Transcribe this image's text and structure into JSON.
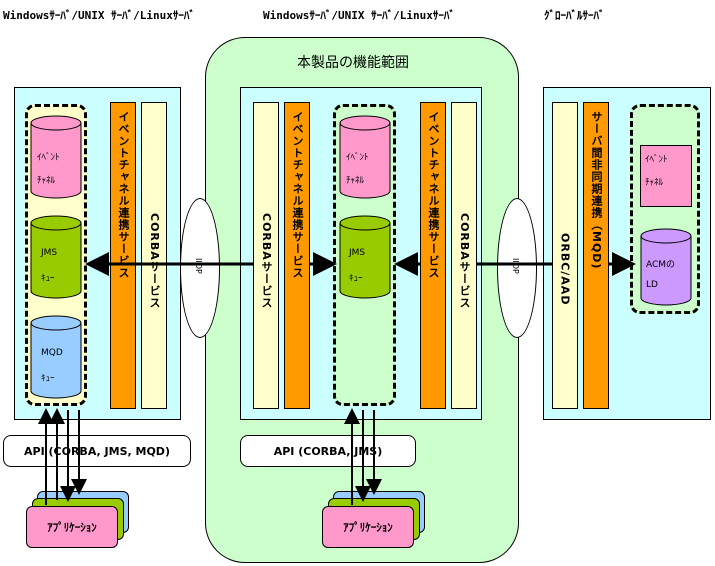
{
  "headers": {
    "server_left": "Windowsｻｰﾊﾞ/UNIX ｻｰﾊﾞ/Linuxｻｰﾊﾞ",
    "server_center": "Windowsｻｰﾊﾞ/UNIX ｻｰﾊﾞ/Linuxｻｰﾊﾞ",
    "server_right": "ｸﾞﾛｰﾊﾞﾙｻｰﾊﾞ"
  },
  "product_scope_label": "本製品の機能範囲",
  "left_server": {
    "event_channel": [
      "ｲﾍﾞﾝﾄ",
      "ﾁｬﾈﾙ"
    ],
    "jms_queue": [
      "JMS",
      "ｷｭｰ"
    ],
    "mqd_queue": [
      "MQD",
      "ｷｭｰ"
    ],
    "link_service": "イベントチャネル連携サービス",
    "corba_service": "CORBAサービス",
    "api": "API (CORBA, JMS, MQD)",
    "app": "ｱﾌﾟﾘｹｰｼｮﾝ"
  },
  "center_server": {
    "corba_service_left": "CORBAサービス",
    "link_service_left": "イベントチャネル連携サービス",
    "event_channel": [
      "ｲﾍﾞﾝﾄ",
      "ﾁｬﾈﾙ"
    ],
    "jms_queue": [
      "JMS",
      "ｷｭｰ"
    ],
    "link_service_right": "イベントチャネル連携サービス",
    "corba_service_right": "CORBAサービス",
    "api": "API (CORBA, JMS)",
    "app": "ｱﾌﾟﾘｹｰｼｮﾝ"
  },
  "right_server": {
    "orb_service": "ORBC/AAD",
    "async_link_service": "サーバ間非同期連携（MQD)",
    "event_channel": [
      "ｲﾍﾞﾝﾄ",
      "ﾁｬﾈﾙ"
    ],
    "acm_ld": [
      "ACMの",
      "LD"
    ]
  },
  "iiop_left": "IIOP",
  "iiop_right": "IIOP",
  "colors": {
    "server_bg": "#ccffff",
    "product_bg": "#ccffcc",
    "orange": "#ff9900",
    "yellow": "#ffffcc",
    "pink": "#ff99cc",
    "green": "#99cc00",
    "blue": "#99ccff",
    "purple": "#cc99ff",
    "app_back": "#99ccff",
    "app_mid": "#99cc00"
  }
}
